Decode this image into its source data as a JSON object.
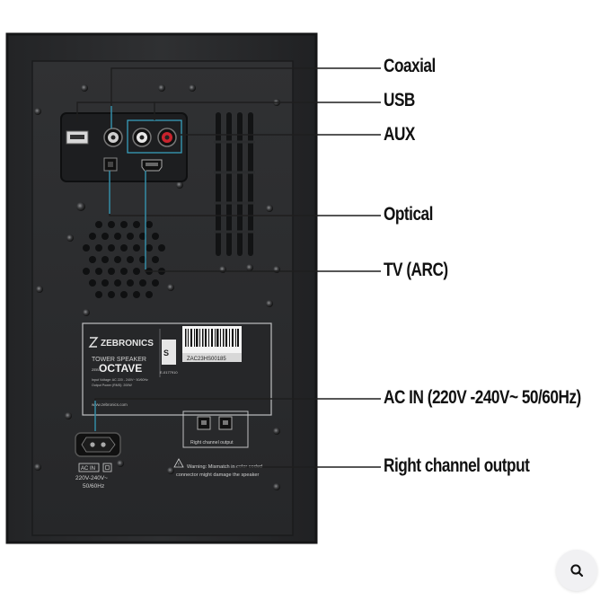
{
  "callouts": [
    {
      "id": "coaxial",
      "label": "Coaxial"
    },
    {
      "id": "usb",
      "label": "USB"
    },
    {
      "id": "aux",
      "label": "AUX"
    },
    {
      "id": "optical",
      "label": "Optical"
    },
    {
      "id": "tv_arc",
      "label": "TV (ARC)"
    },
    {
      "id": "ac_in",
      "label": "AC IN (220V -240V~ 50/60Hz)"
    },
    {
      "id": "right_channel",
      "label": "Right channel output"
    }
  ],
  "label_panel": {
    "brand": "ZEBRONICS",
    "line1": "TOWER SPEAKER",
    "model": "OCTAVE",
    "model_prefix": "ZEB-",
    "spec1": "Input Voltage: AC 220 - 240V~ 50/60Hz",
    "spec2": "Output Power (RMS): 200W",
    "website": "www.zebronics.com",
    "barcode_text": "ZAC23HS00185",
    "side_code": "E-0177910"
  },
  "ac_in": {
    "tag": "AC IN",
    "voltage": "220V-240V~",
    "freq": "50/60Hz"
  },
  "right_output": {
    "label": "Right channel output"
  },
  "warning": {
    "line1": "Warning: Mismatch in color coded",
    "line2": "connector might damage the speaker"
  },
  "zoom": {
    "icon": "magnifier-icon"
  },
  "colors": {
    "panel": "#2b2c2e",
    "panel_edge": "#1c1d1f",
    "rim": "#3a3b3d",
    "callout_line": "#1e1e1e",
    "cyan_line": "#3aa8c8",
    "rca_red": "#c9232d",
    "rca_white": "#e8e8e8"
  }
}
